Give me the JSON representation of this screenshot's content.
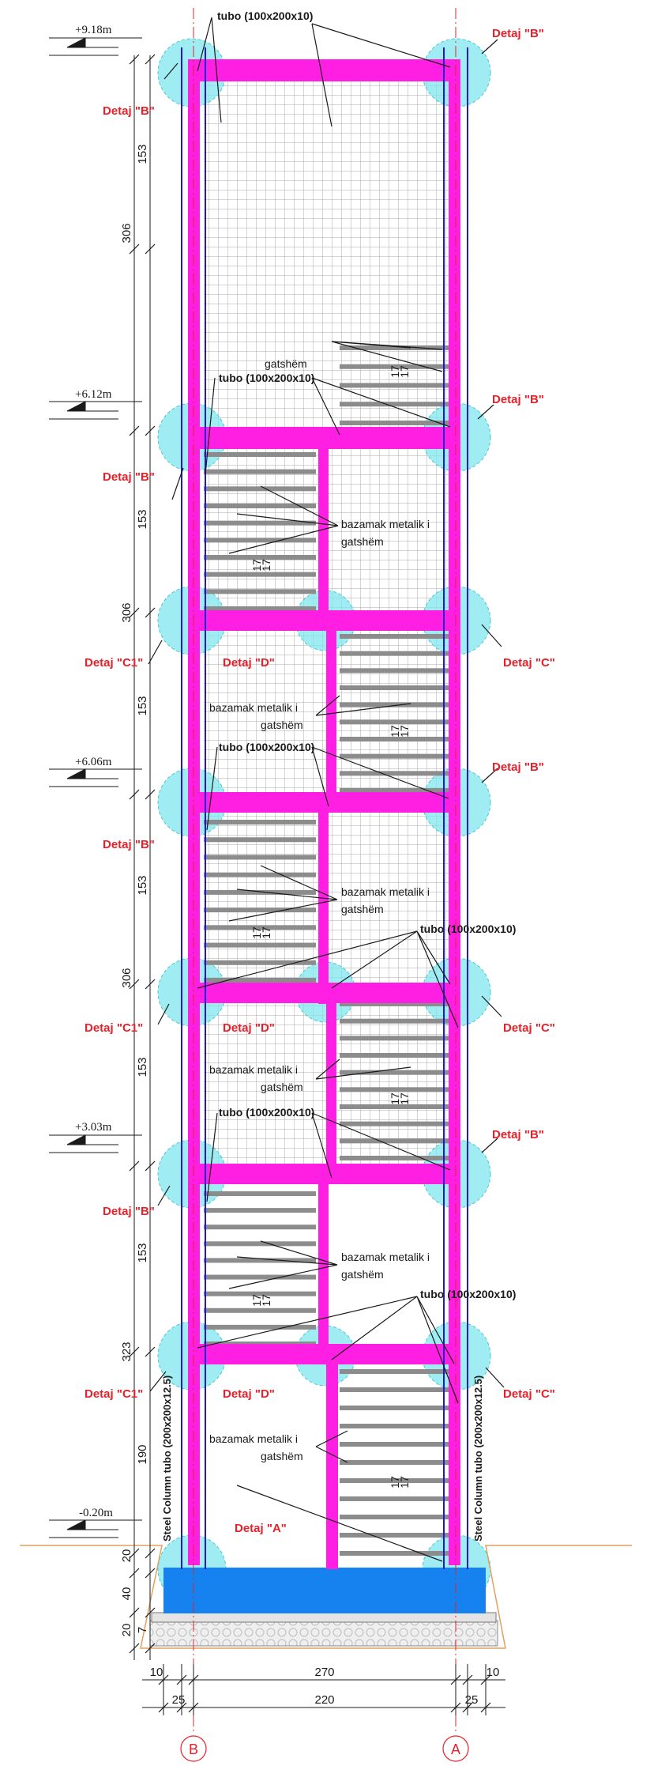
{
  "levels": [
    "+9.18m",
    "+6.12m",
    "+6.06m",
    "+3.03m",
    "-0.20m"
  ],
  "left_dims": [
    "153",
    "306",
    "153",
    "306",
    "153",
    "153",
    "306",
    "153",
    "153",
    "323",
    "190",
    "20",
    "40",
    "20",
    "7"
  ],
  "bottom_dims": {
    "total": "270",
    "inner": "220",
    "left_edge": "10",
    "right_edge": "10",
    "left_half": "25",
    "right_half": "25"
  },
  "axes": {
    "left": "B",
    "right": "A"
  },
  "details": {
    "a": "Detaj \"A\"",
    "b": "Detaj \"B\"",
    "c": "Detaj \"C\"",
    "c1": "Detaj \"C1\"",
    "d": "Detaj \"D\""
  },
  "notes": {
    "tubo": "tubo (100x200x10)",
    "gatshem": "gatshëm",
    "bazamak_1": "bazamak metalik i",
    "bazamak_2": "gatshëm",
    "column_left": "Steel Column tubo (200x200x12.5)",
    "column_right": "Steel Column tubo (200x200x12.5)"
  },
  "step_label": "17"
}
